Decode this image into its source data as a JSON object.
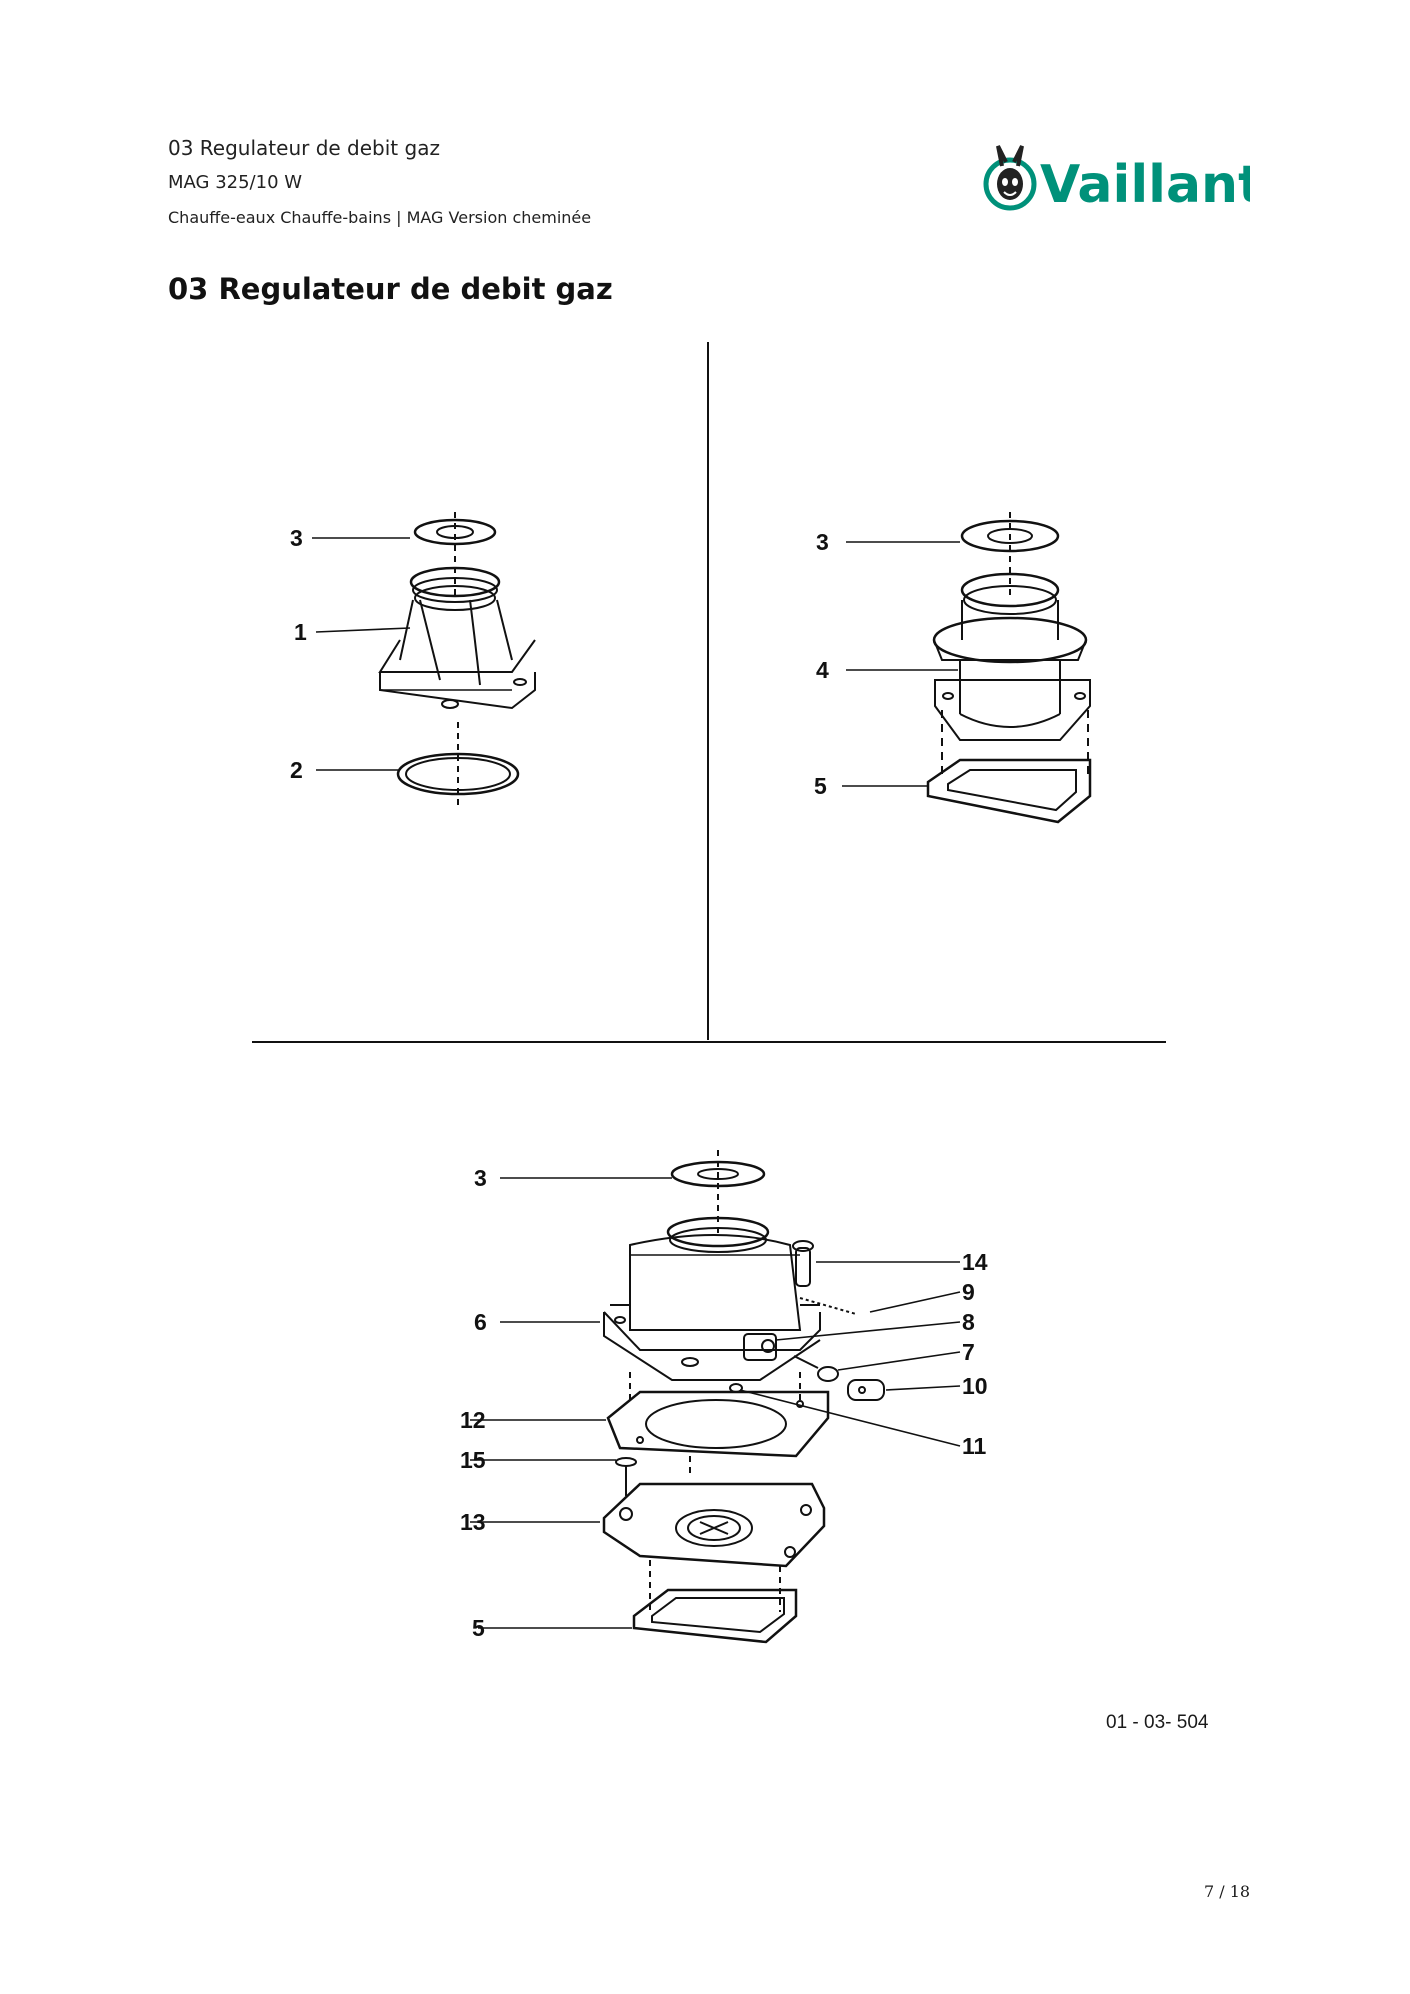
{
  "header": {
    "line1": "03 Regulateur de debit gaz",
    "line2": "MAG 325/10 W",
    "line3": "Chauffe-eaux Chauffe-bains | MAG Version cheminée"
  },
  "logo": {
    "text": "Vaillant",
    "brand_color": "#00917a",
    "icon": "hare-logo-icon"
  },
  "title": "03 Regulateur de debit gaz",
  "diagrams": {
    "top_left_labels": [
      "3",
      "1",
      "2"
    ],
    "top_right_labels": [
      "3",
      "4",
      "5"
    ],
    "bottom_labels": [
      "3",
      "6",
      "12",
      "15",
      "13",
      "5",
      "14",
      "9",
      "8",
      "7",
      "10",
      "11"
    ]
  },
  "reference": "01 - 03- 504",
  "page_number": "7 / 18"
}
